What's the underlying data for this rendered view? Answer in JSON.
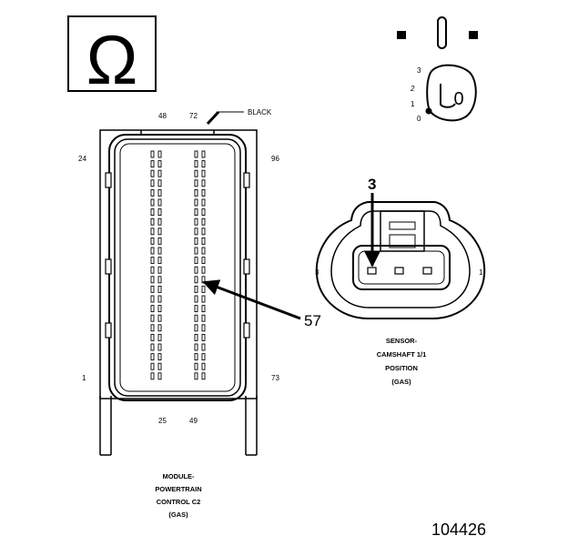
{
  "ohm_symbol": "Ω",
  "key_position": "0",
  "ignition_positions": [
    "3",
    "2",
    "1",
    "0"
  ],
  "pcm_connector": {
    "color_label": "BLACK",
    "pin_labels": {
      "top_left": "48",
      "top_right": "72",
      "side_upper_left": "24",
      "side_upper_right": "96",
      "side_lower_left": "1",
      "side_lower_right": "73",
      "bottom_left": "25",
      "bottom_right": "49"
    },
    "callout": "57",
    "caption": [
      "MODULE-",
      "POWERTRAIN",
      "CONTROL C2",
      "(GAS)"
    ]
  },
  "cmp_sensor": {
    "callout": "3",
    "left_pin": "3",
    "right_pin": "1",
    "caption": [
      "SENSOR-",
      "CAMSHAFT 1/1",
      "POSITION",
      "(GAS)"
    ]
  },
  "figure_number": "104426"
}
